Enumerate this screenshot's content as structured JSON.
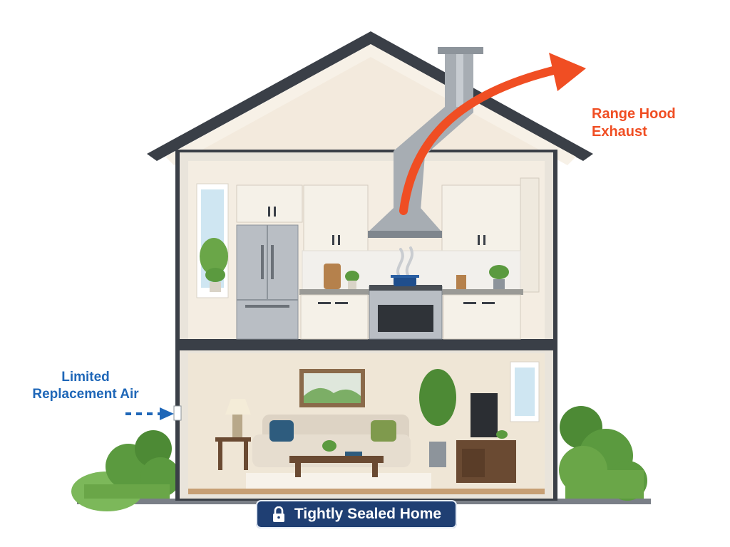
{
  "labels": {
    "exhaust": [
      "Range Hood",
      "Exhaust"
    ],
    "replacement_air": [
      "Limited",
      "Replacement Air"
    ],
    "sealed": "Tightly Sealed Home"
  },
  "icons": {
    "badge": "lock-icon",
    "exhaust_flow": "arrow-up-right-icon",
    "air_flow": "arrow-right-icon"
  },
  "colors": {
    "exhaust": "#f04e23",
    "replacement_air": "#1f67b8",
    "badge_bg": "#1f3f73",
    "wall": "#3a3f47",
    "interior": "#f4ede2",
    "cabinet": "#f5f1e8",
    "steel": "#b9bec4",
    "foliage": "#5b9a3f"
  }
}
